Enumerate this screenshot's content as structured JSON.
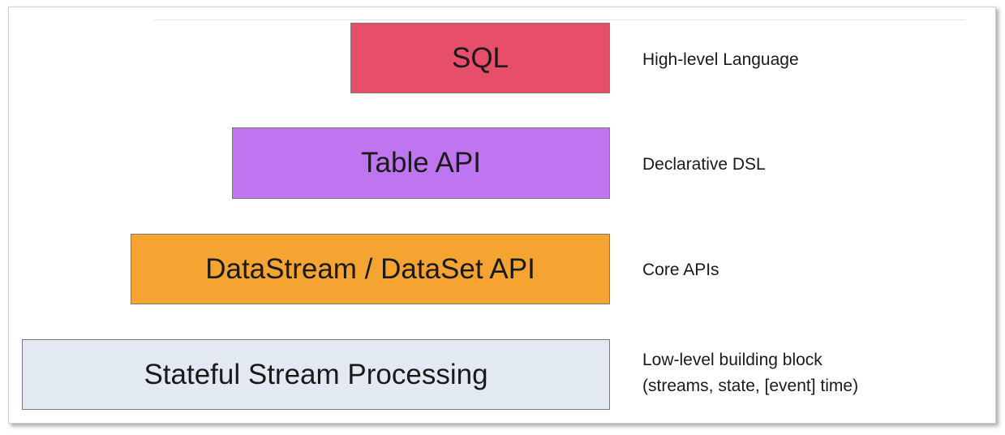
{
  "layers": [
    {
      "label": "SQL",
      "color": "#e64e69",
      "description": [
        "High-level Language"
      ]
    },
    {
      "label": "Table API",
      "color": "#bf75f0",
      "description": [
        "Declarative DSL"
      ]
    },
    {
      "label": "DataStream / DataSet API",
      "color": "#f5a431",
      "description": [
        "Core APIs"
      ]
    },
    {
      "label": "Stateful Stream Processing",
      "color": "#e3e9f2",
      "description": [
        "Low-level building block",
        "(streams, state, [event] time)"
      ]
    }
  ]
}
